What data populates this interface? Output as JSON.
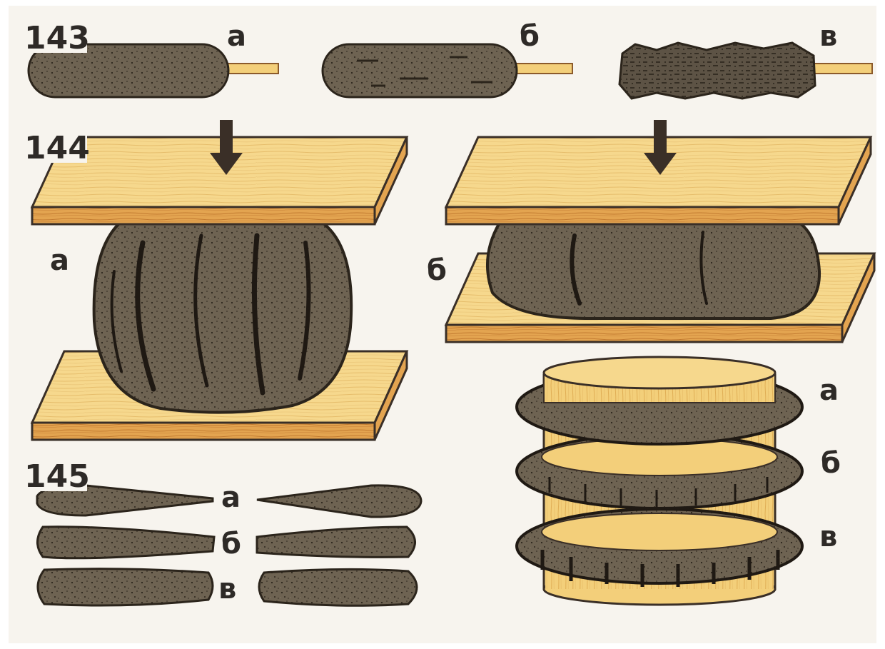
{
  "figures": {
    "fig143": {
      "number": "143",
      "labels": {
        "a": "а",
        "b": "б",
        "c": "в"
      }
    },
    "fig144": {
      "number": "144",
      "labels": {
        "a": "а",
        "b": "б"
      }
    },
    "fig145": {
      "number": "145",
      "labels": {
        "a": "а",
        "b": "б",
        "c": "в"
      }
    },
    "rings": {
      "labels": {
        "a": "а",
        "b": "б",
        "c": "в"
      }
    }
  },
  "colors": {
    "background": "#ffffff",
    "canvas": "#f7f4ee",
    "clay": "#6e6352",
    "clay_dark": "#3e3528",
    "board_top": "#f6d88d",
    "board_edge": "#e0a24d",
    "arrow": "#3a2f27",
    "text": "#2e2a27"
  },
  "icons": [
    "down-arrow-icon",
    "down-arrow-icon"
  ]
}
